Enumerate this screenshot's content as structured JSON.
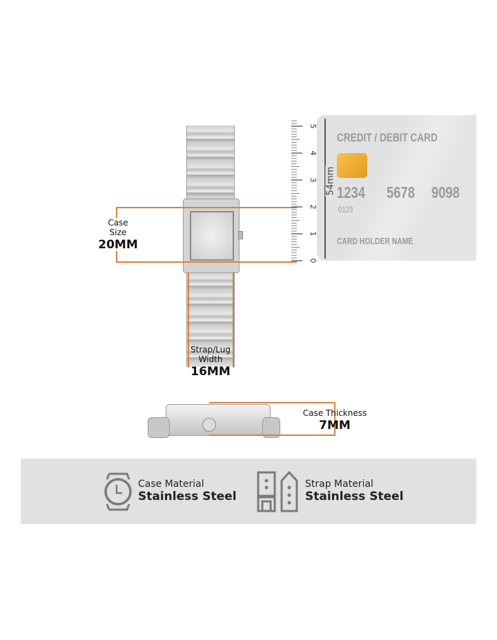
{
  "case_size": {
    "label": "Case\nSize",
    "label_line1": "Case",
    "label_line2": "Size",
    "value": "20MM"
  },
  "strap_width": {
    "label_line1": "Strap/Lug",
    "label_line2": "Width",
    "value": "16MM"
  },
  "case_thickness": {
    "label": "Case Thickness",
    "value": "7MM"
  },
  "ruler": {
    "unit": "cm",
    "ticks": [
      "0",
      "1",
      "2",
      "3",
      "4",
      "5"
    ]
  },
  "card": {
    "title": "CREDIT / DEBIT CARD",
    "number": [
      "1234",
      "5678",
      "9098"
    ],
    "code": "0123",
    "holder": "CARD HOLDER NAME",
    "height_label": "54mm"
  },
  "materials": [
    {
      "label": "Case Material",
      "value": "Stainless Steel",
      "icon": "watch-icon"
    },
    {
      "label": "Strap Material",
      "value": "Stainless Steel",
      "icon": "strap-icon"
    }
  ],
  "colors": {
    "accent": "#d9803f",
    "band": "#e1e1e1",
    "card": "#e3e3e3"
  }
}
